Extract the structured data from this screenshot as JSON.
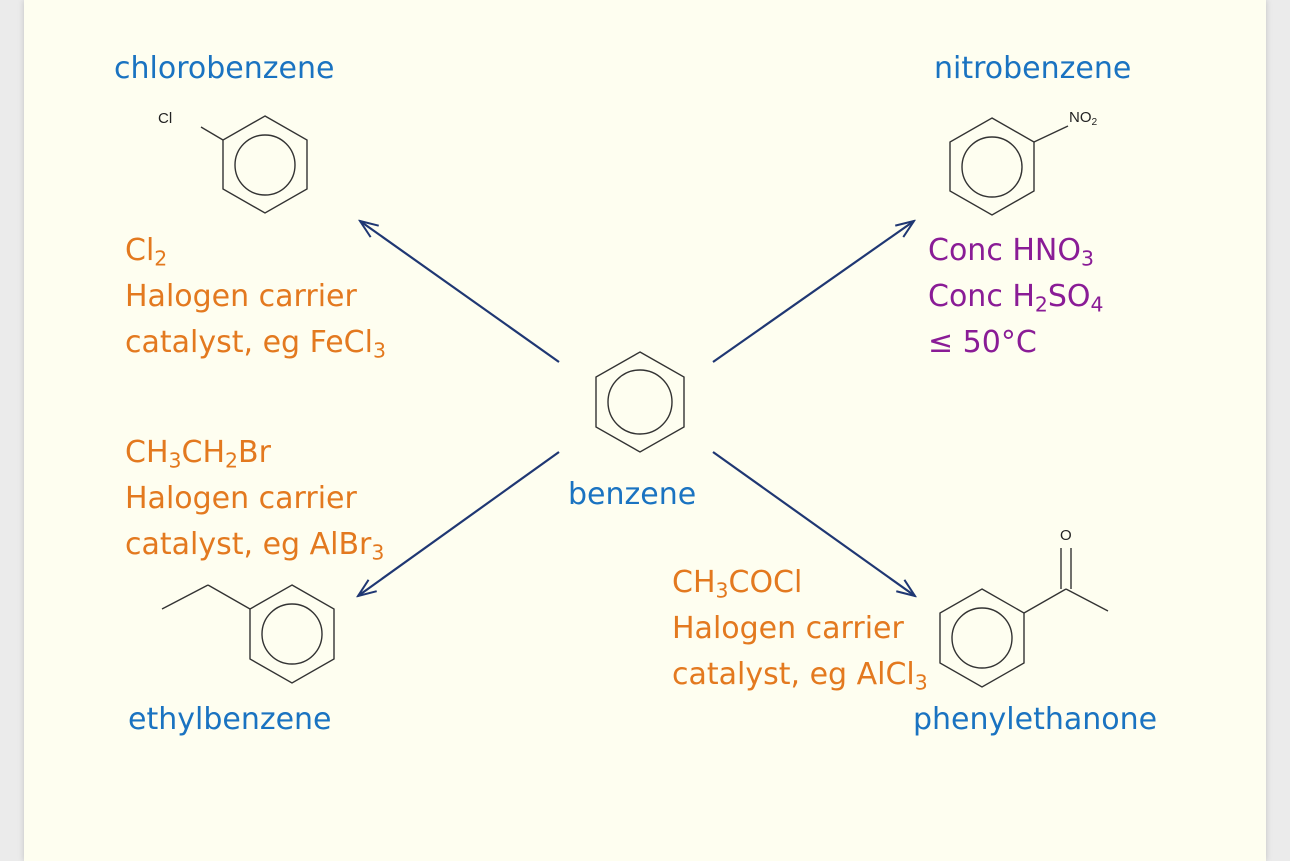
{
  "compounds": {
    "benzene": "benzene",
    "chlorobenzene": "chlorobenzene",
    "nitrobenzene": "nitrobenzene",
    "ethylbenzene": "ethylbenzene",
    "phenylethanone": "phenylethanone"
  },
  "atoms": {
    "cl": "Cl",
    "no2_main": "NO",
    "no2_sub": "2",
    "o": "O"
  },
  "conditions": {
    "chlorination": {
      "reagent_main": "Cl",
      "reagent_sub": "2",
      "line2": "Halogen carrier",
      "line3_main": "catalyst, eg FeCl",
      "line3_sub": "3"
    },
    "nitration": {
      "line1_main": "Conc HNO",
      "line1_sub": "3",
      "line2_a": "Conc H",
      "line2_sub1": "2",
      "line2_b": "SO",
      "line2_sub2": "4",
      "line3": "≤ 50°C"
    },
    "alkylation": {
      "line1_a": "CH",
      "line1_sub1": "3",
      "line1_b": "CH",
      "line1_sub2": "2",
      "line1_c": "Br",
      "line2": "Halogen carrier",
      "line3_main": "catalyst, eg AlBr",
      "line3_sub": "3"
    },
    "acylation": {
      "line1_a": "CH",
      "line1_sub": "3",
      "line1_b": "COCl",
      "line2": "Halogen carrier",
      "line3_main": "catalyst, eg AlCl",
      "line3_sub": "3"
    }
  },
  "colors": {
    "compound_name": "#1a73c1",
    "friedel_crafts_conditions": "#e3791f",
    "nitration_conditions": "#8a1c96",
    "arrow": "#1f3773",
    "structure": "#333333",
    "background": "#fefef0"
  }
}
